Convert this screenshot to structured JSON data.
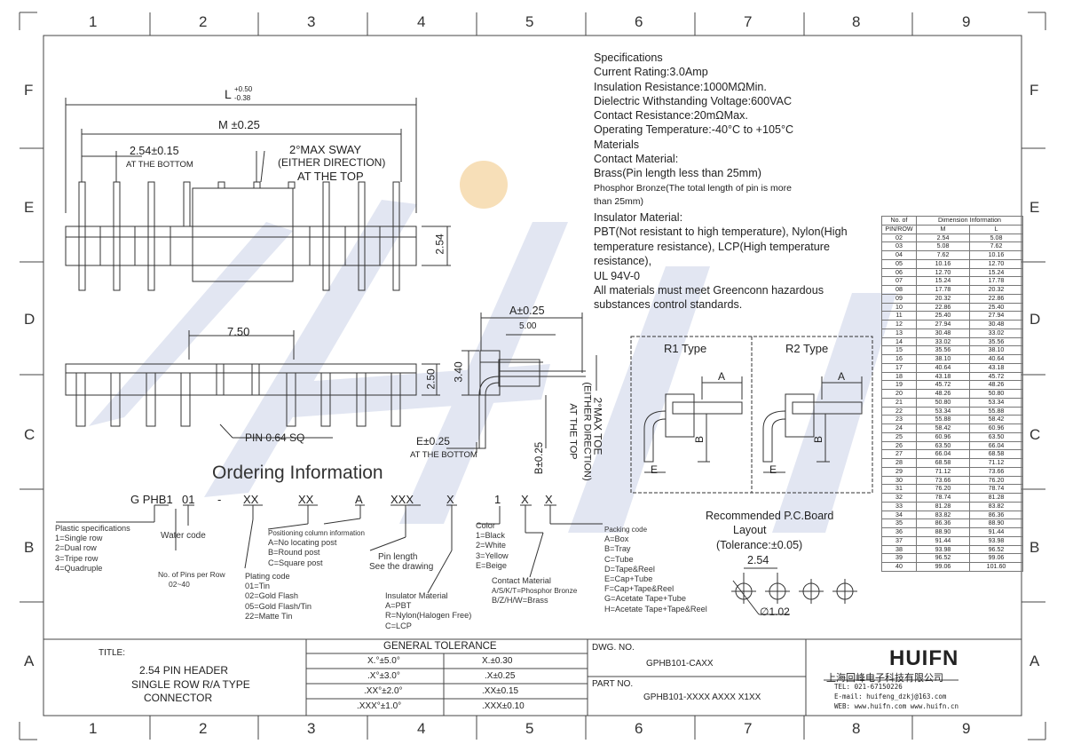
{
  "border": {
    "columns": [
      "1",
      "2",
      "3",
      "4",
      "5",
      "6",
      "7",
      "8",
      "9"
    ],
    "rows": [
      "F",
      "E",
      "D",
      "C",
      "B",
      "A"
    ]
  },
  "drawing": {
    "watermark": "HUIFN",
    "dim_L": "L",
    "dim_L_tol_plus": "+0.50",
    "dim_L_tol_minus": "-0.38",
    "dim_M": "M ±0.25",
    "pitch": "2.54±0.15",
    "pitch_note": "AT THE BOTTOM",
    "sway_1": "2°MAX SWAY",
    "sway_2": "(EITHER DIRECTION)",
    "sway_3": "AT THE TOP",
    "height_254": "2.54",
    "dim_750": "7.50",
    "dim_250": "2.50",
    "pin_sq": "PIN 0.64 SQ",
    "dim_A": "A±0.25",
    "dim_500": "5.00",
    "dim_340": "3.40",
    "dim_E": "E±0.25",
    "dim_E_note": "AT THE BOTTOM",
    "dim_B": "B±0.25",
    "toe_1": "2°MAX TOE",
    "toe_2": "(EITHER DIRECTION)",
    "toe_3": "AT THE TOP"
  },
  "specs": {
    "lines": [
      "Specifications",
      "Current Rating:3.0Amp",
      "Insulation Resistance:1000MΩMin.",
      "Dielectric Withstanding Voltage:600VAC",
      "Contact Resistance:20mΩMax.",
      "Operating Temperature:-40°C to +105°C",
      "Materials",
      "Contact Material:",
      "Brass(Pin length less than 25mm)"
    ],
    "small_lines": [
      "Phosphor Bronze(The total length of pin is more",
      "than 25mm)"
    ],
    "lines2": [
      "Insulator Material:",
      "PBT(Not resistant to high temperature),  Nylon(High",
      "temperature resistance), LCP(High temperature",
      "resistance),",
      "UL 94V-0",
      "All materials must meet Greenconn hazardous",
      "substances control standards."
    ]
  },
  "types": {
    "r1": "R1 Type",
    "r2": "R2 Type",
    "a": "A",
    "b": "B",
    "e": "E"
  },
  "pcb": {
    "title_1": "Recommended P.C.Board",
    "title_2": "Layout",
    "title_3": "(Tolerance:±0.05)",
    "pitch": "2.54",
    "hole": "∅1.02"
  },
  "ordering": {
    "title": "Ordering Information",
    "codes": [
      "G PHB1",
      "01",
      "-",
      "XX",
      "XX",
      "A",
      "XXX",
      "X",
      "1",
      "X",
      "X"
    ],
    "plastic": [
      "Plastic specifications",
      "1=Single row",
      "2=Dual row",
      "3=Tripe row",
      "4=Quadruple"
    ],
    "water": "Water code",
    "pins": [
      "No. of Pins per Row",
      "02~40"
    ],
    "plating": [
      "Plating code",
      "01=Tin",
      "02=Gold Flash",
      "05=Gold Flash/Tin",
      "22=Matte Tin"
    ],
    "positioning": [
      "Positioning column information",
      "A=No locating post",
      "B=Round post",
      "C=Square post"
    ],
    "pin_length": [
      "Pin length",
      "See the drawing"
    ],
    "insulator": [
      "Insulator Material",
      "A=PBT",
      "R=Nylon(Halogen Free)",
      "C=LCP"
    ],
    "color": [
      "Color",
      "1=Black",
      "2=White",
      "3=Yellow",
      "E=Beige"
    ],
    "contact": [
      "Contact Material",
      "A/S/K/T=Phosphor Bronze",
      "B/Z/H/W=Brass"
    ],
    "packing": [
      "Packing code",
      "A=Box",
      "B=Tray",
      "C=Tube",
      "D=Tape&Reel",
      "E=Cap+Tube",
      "F=Cap+Tape&Reel",
      "G=Acetate Tape+Tube",
      "H=Acetate Tape+Tape&Reel"
    ]
  },
  "dimension_table": {
    "col1": "No. of",
    "col1b": "PIN/ROW",
    "group": "Dimension Information",
    "m": "M",
    "l": "L",
    "rows": [
      [
        "02",
        "2.54",
        "5.08"
      ],
      [
        "03",
        "5.08",
        "7.62"
      ],
      [
        "04",
        "7.62",
        "10.16"
      ],
      [
        "05",
        "10.16",
        "12.70"
      ],
      [
        "06",
        "12.70",
        "15.24"
      ],
      [
        "07",
        "15.24",
        "17.78"
      ],
      [
        "08",
        "17.78",
        "20.32"
      ],
      [
        "09",
        "20.32",
        "22.86"
      ],
      [
        "10",
        "22.86",
        "25.40"
      ],
      [
        "11",
        "25.40",
        "27.94"
      ],
      [
        "12",
        "27.94",
        "30.48"
      ],
      [
        "13",
        "30.48",
        "33.02"
      ],
      [
        "14",
        "33.02",
        "35.56"
      ],
      [
        "15",
        "35.56",
        "38.10"
      ],
      [
        "16",
        "38.10",
        "40.64"
      ],
      [
        "17",
        "40.64",
        "43.18"
      ],
      [
        "18",
        "43.18",
        "45.72"
      ],
      [
        "19",
        "45.72",
        "48.26"
      ],
      [
        "20",
        "48.26",
        "50.80"
      ],
      [
        "21",
        "50.80",
        "53.34"
      ],
      [
        "22",
        "53.34",
        "55.88"
      ],
      [
        "23",
        "55.88",
        "58.42"
      ],
      [
        "24",
        "58.42",
        "60.96"
      ],
      [
        "25",
        "60.96",
        "63.50"
      ],
      [
        "26",
        "63.50",
        "66.04"
      ],
      [
        "27",
        "66.04",
        "68.58"
      ],
      [
        "28",
        "68.58",
        "71.12"
      ],
      [
        "29",
        "71.12",
        "73.66"
      ],
      [
        "30",
        "73.66",
        "76.20"
      ],
      [
        "31",
        "76.20",
        "78.74"
      ],
      [
        "32",
        "78.74",
        "81.28"
      ],
      [
        "33",
        "81.28",
        "83.82"
      ],
      [
        "34",
        "83.82",
        "86.36"
      ],
      [
        "35",
        "86.36",
        "88.90"
      ],
      [
        "36",
        "88.90",
        "91.44"
      ],
      [
        "37",
        "91.44",
        "93.98"
      ],
      [
        "38",
        "93.98",
        "96.52"
      ],
      [
        "39",
        "96.52",
        "99.06"
      ],
      [
        "40",
        "99.06",
        "101.60"
      ]
    ]
  },
  "title_block": {
    "title_label": "TITLE:",
    "title_lines": [
      "2.54 PIN HEADER",
      "SINGLE ROW R/A TYPE",
      "CONNECTOR"
    ],
    "tolerance_header": "GENERAL TOLERANCE",
    "tol_angles": [
      "X.°±5.0°",
      ".X°±3.0°",
      ".XX°±2.0°",
      ".XXX°±1.0°"
    ],
    "tol_linear": [
      "X.±0.30",
      ".X±0.25",
      ".XX±0.15",
      ".XXX±0.10"
    ],
    "dwg_label": "DWG. NO.",
    "dwg_no": "GPHB101-CAXX",
    "part_label": "PART NO.",
    "part_no": "GPHB101-XXXX AXXX X1XX",
    "logo": "HUIFN",
    "company": "上海回峰电子科技有限公司",
    "tel": "TEL: 021-67150226",
    "email": "E-mail: huifeng_dzkj@163.com",
    "web": "WEB: www.huifn.com  www.huifn.cn"
  },
  "colors": {
    "line": "#333333",
    "watermark": "#d6dcec",
    "watermark_dot": "#f6dcb0"
  }
}
